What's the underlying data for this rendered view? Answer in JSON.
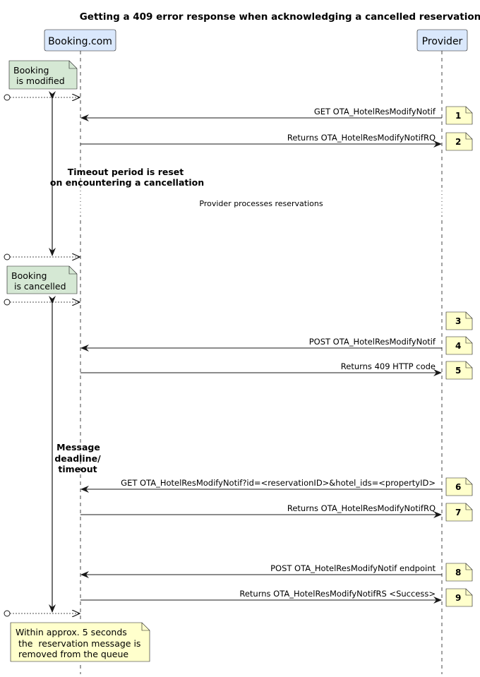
{
  "title": "Getting a 409 error response when acknowledging a cancelled reservation",
  "participants": {
    "left": "Booking.com",
    "right": "Provider"
  },
  "notes": {
    "modified": [
      "Booking",
      " is modified"
    ],
    "cancelled": [
      "Booking",
      " is cancelled"
    ],
    "removed": [
      "Within approx. 5 seconds",
      " the  reservation message is",
      " removed from the queue"
    ]
  },
  "timeout_reset": [
    "Timeout period is reset",
    "on encountering a cancellation"
  ],
  "processing": "Provider processes reservations",
  "deadline": [
    "Message",
    "deadline/",
    "timeout"
  ],
  "messages": [
    {
      "n": "1",
      "label": "GET OTA_HotelResModifyNotif"
    },
    {
      "n": "2",
      "label": "Returns OTA_HotelResModifyNotifRQ"
    },
    {
      "n": "3",
      "label": ""
    },
    {
      "n": "4",
      "label": "POST OTA_HotelResModifyNotif"
    },
    {
      "n": "5",
      "label": "Returns 409 HTTP code"
    },
    {
      "n": "6",
      "label": "GET OTA_HotelResModifyNotif?id=<reservationID>&hotel_ids=<propertyID>"
    },
    {
      "n": "7",
      "label": "Returns OTA_HotelResModifyNotifRQ"
    },
    {
      "n": "8",
      "label": "POST OTA_HotelResModifyNotif endpoint"
    },
    {
      "n": "9",
      "label": "Returns OTA_HotelResModifyNotifRS <Success>"
    }
  ]
}
